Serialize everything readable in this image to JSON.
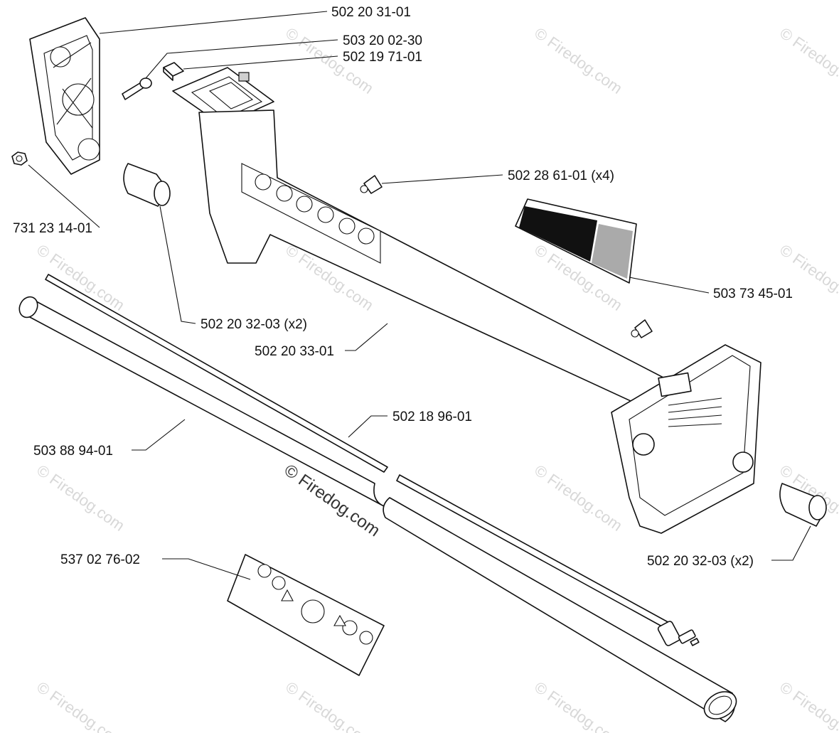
{
  "watermark": "© Firedog.com",
  "center_watermark": "© Firedog.com",
  "part_labels": {
    "handle_bracket": "502 20 31-01",
    "screw": "503 20 02-30",
    "square_nut": "502 19 71-01",
    "cable_clip": "502 28 61-01 (x4)",
    "hex_nut": "731 23 14-01",
    "decal_brand": "503 73 45-01",
    "grip_cap_left": "502 20 32-03 (x2)",
    "loop_handle": "502 20 33-01",
    "drive_shaft": "502 18 96-01",
    "shaft_tube": "503 88 94-01",
    "grip_cap_right": "502 20 32-03 (x2)",
    "warning_decal": "537 02 76-02"
  }
}
